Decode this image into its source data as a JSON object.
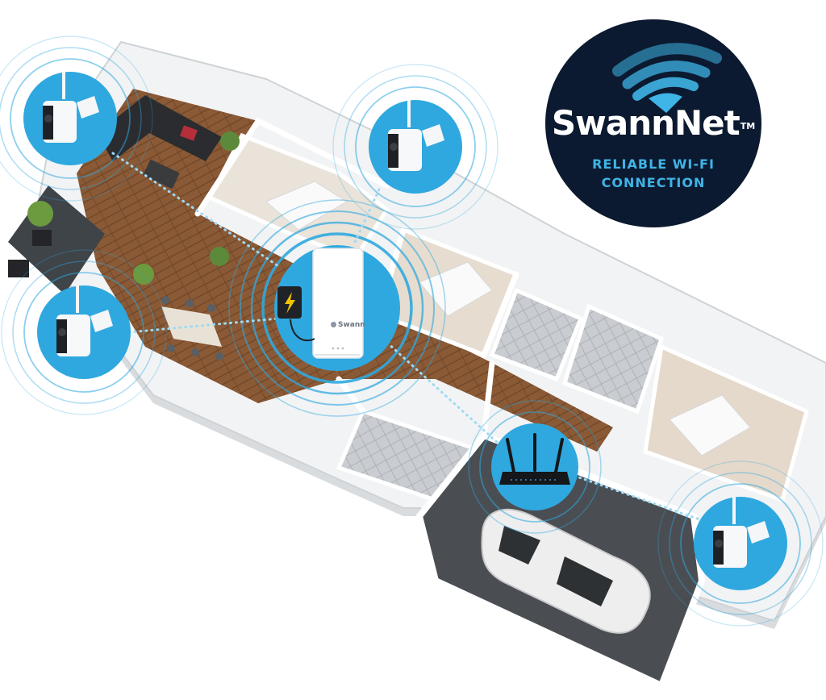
{
  "badge": {
    "brand": "SwannNet",
    "trademark": "TM",
    "tagline_line1": "RELIABLE WI-FI",
    "tagline_line2": "CONNECTION",
    "icon": "wifi-icon"
  },
  "hub": {
    "logo_text": "Swann",
    "icon": "lightning-bolt-icon"
  },
  "devices": [
    {
      "type": "camera",
      "icon": "camera-icon"
    },
    {
      "type": "camera",
      "icon": "camera-icon"
    },
    {
      "type": "camera",
      "icon": "camera-icon"
    },
    {
      "type": "camera",
      "icon": "camera-icon"
    },
    {
      "type": "router",
      "icon": "router-icon"
    }
  ],
  "colors": {
    "accent_blue": "#2fa8df",
    "badge_navy": "#0b1a30",
    "tagline_blue": "#3fb4e6",
    "floor_wood": "#8a5a36"
  }
}
